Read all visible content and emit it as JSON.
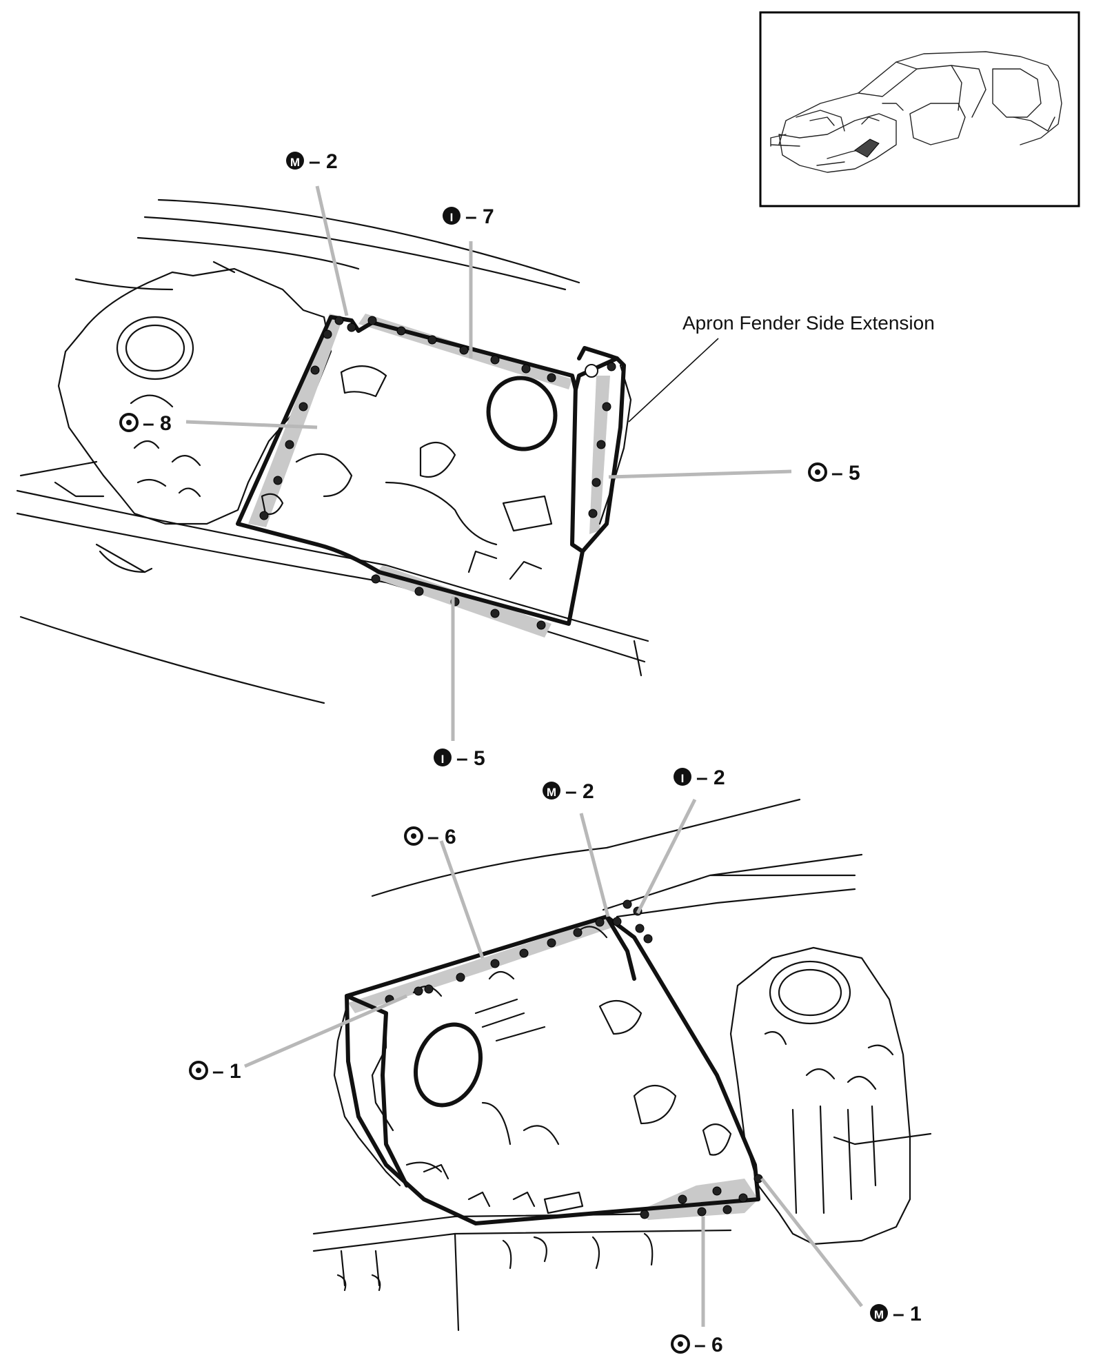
{
  "callout": {
    "apron_fender_side_extension": "Apron Fender Side Extension"
  },
  "legend": {
    "O": {
      "symbol": "O",
      "style": "ring"
    },
    "I": {
      "symbol": "I",
      "style": "filled"
    },
    "M": {
      "symbol": "M",
      "style": "filled"
    }
  },
  "top_view": {
    "labels": [
      {
        "id": "m2-top",
        "symbol": "M",
        "text": "– 2"
      },
      {
        "id": "i7-top",
        "symbol": "I",
        "text": "– 7"
      },
      {
        "id": "o8-top",
        "symbol": "O",
        "text": "– 8"
      },
      {
        "id": "o5-top",
        "symbol": "O",
        "text": "– 5"
      },
      {
        "id": "i5-top",
        "symbol": "I",
        "text": "– 5"
      }
    ]
  },
  "bottom_view": {
    "labels": [
      {
        "id": "m2-bot",
        "symbol": "M",
        "text": "– 2"
      },
      {
        "id": "i2-bot",
        "symbol": "I",
        "text": "– 2"
      },
      {
        "id": "o6-bot-top",
        "symbol": "O",
        "text": "– 6"
      },
      {
        "id": "o1-bot",
        "symbol": "O",
        "text": "– 1"
      },
      {
        "id": "m1-bot",
        "symbol": "M",
        "text": "– 1"
      },
      {
        "id": "o6-bot-bottom",
        "symbol": "O",
        "text": "– 6"
      }
    ]
  },
  "colors": {
    "sealer_band": "#c9c9c9",
    "leader": "#b8b8b8",
    "ink": "#111111"
  }
}
